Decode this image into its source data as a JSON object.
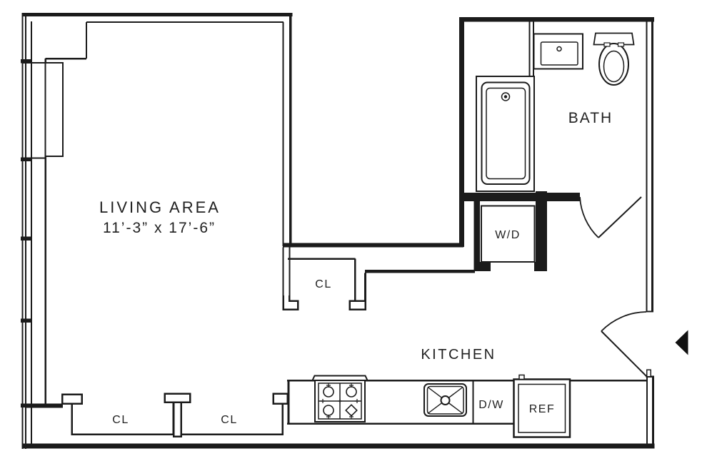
{
  "plan": {
    "type": "apartment-floor-plan",
    "colors": {
      "background": "#ffffff",
      "line": "#1b1b1b",
      "entry_arrow": "#111111"
    },
    "labels": {
      "living_name": "LIVING AREA",
      "living_dims": "11’-3” x 17’-6”",
      "bath": "BATH",
      "kitchen": "KITCHEN",
      "wd": "W/D",
      "cl_hall": "CL",
      "cl_left": "CL",
      "cl_right": "CL",
      "dw": "D/W",
      "ref": "REF"
    }
  }
}
